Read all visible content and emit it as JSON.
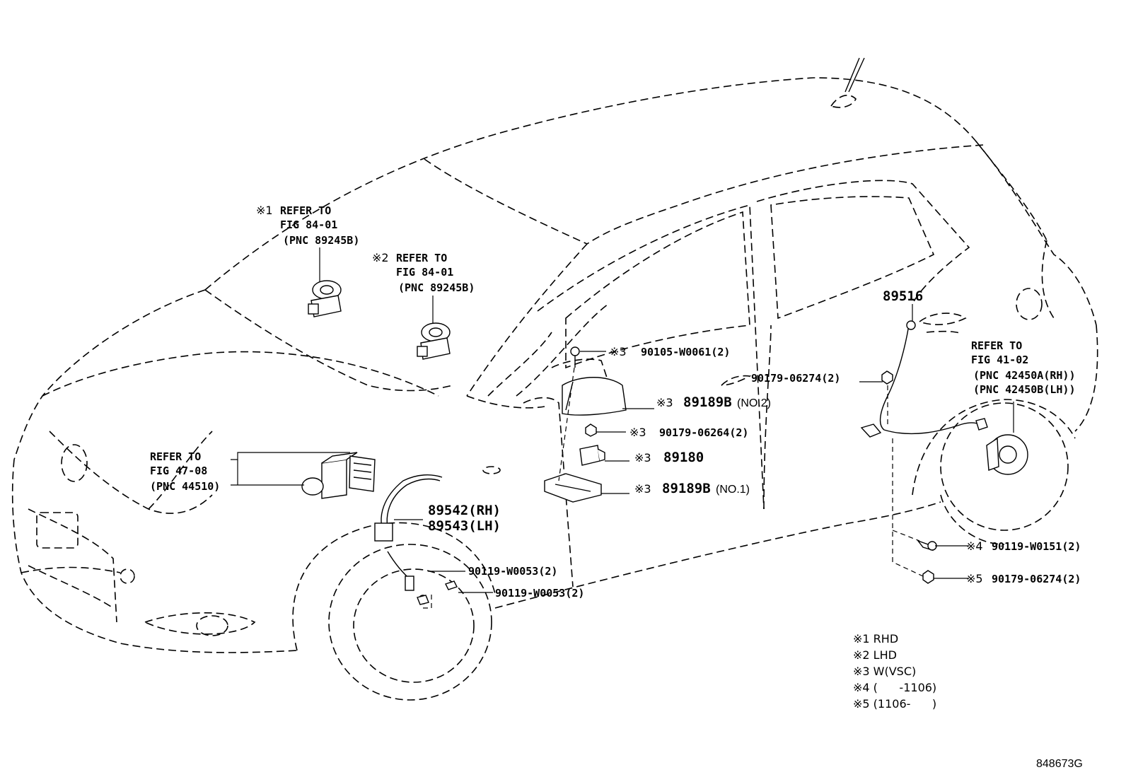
{
  "callouts": {
    "rhd_ref": {
      "mark": "※1",
      "line1": "REFER TO",
      "line2": "FIG 84-01",
      "line3": "(PNC 89245B)"
    },
    "lhd_ref": {
      "mark": "※2",
      "line1": "REFER TO",
      "line2": "FIG 84-01",
      "line3": "(PNC 89245B)"
    },
    "abs_ref": {
      "line1": "REFER TO",
      "line2": "FIG 47-08",
      "line3": "(PNC 44510)"
    },
    "rear_hub_ref": {
      "line1": "REFER TO",
      "line2": "FIG 41-02",
      "line3": "(PNC 42450A(RH))",
      "line4": "(PNC 42450B(LH))"
    },
    "front_sensor_rh": "89542(RH)",
    "front_sensor_lh": "89543(LH)",
    "front_bolt_1": "90119-W0053(2)",
    "front_bolt_2": "90119-W0053(2)",
    "bolt_90105": {
      "mark": "※3",
      "part": "90105-W0061(2)"
    },
    "bracket_no2": {
      "mark": "※3",
      "part": "89189B",
      "suffix": "(NO.2)"
    },
    "nut_90179_06264": {
      "mark": "※3",
      "part": "90179-06264(2)"
    },
    "sensor_89180": {
      "mark": "※3",
      "part": "89180"
    },
    "bracket_no1": {
      "mark": "※3",
      "part": "89189B",
      "suffix": "(NO.1)"
    },
    "rear_sensor": "89516",
    "rear_nut": "90179-06274(2)",
    "rear_bolt_4": {
      "mark": "※4",
      "part": "90119-W0151(2)"
    },
    "rear_nut_5": {
      "mark": "※5",
      "part": "90179-06274(2)"
    }
  },
  "notes": [
    "※1 RHD",
    "※2 LHD",
    "※3 W(VSC)",
    "※4 (      -1106)",
    "※5 (1106-      )"
  ],
  "figure_number": "848673G"
}
